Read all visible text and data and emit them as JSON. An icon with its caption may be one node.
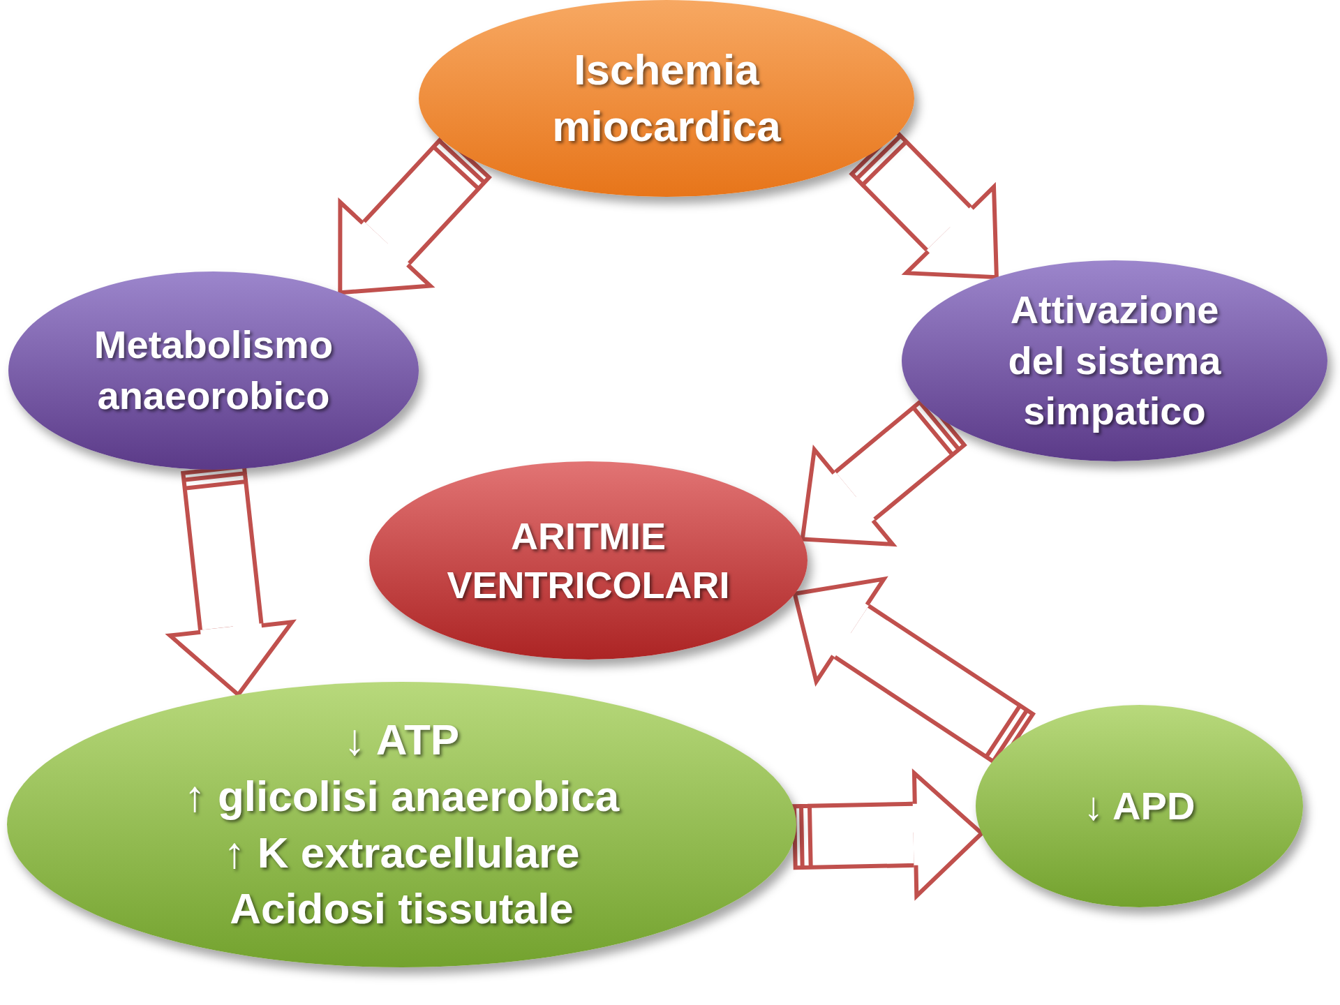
{
  "diagram": {
    "nodes": [
      {
        "text": [
          "Ischemia miocardica"
        ]
      },
      {
        "text": [
          "Metabolismo anaeorobico"
        ]
      },
      {
        "text": [
          "Attivazione del sistema simpatico"
        ]
      },
      {
        "text": [
          "ARITMIE VENTRICOLARI"
        ]
      },
      {
        "text": [
          "↓ ATP",
          "↑ glicolisi anaerobica",
          "↑ K extracellulare",
          "Acidosi tissutale"
        ]
      },
      {
        "text": [
          "↓ APD"
        ]
      }
    ],
    "edges": [
      {
        "from": 0,
        "to": 1,
        "arrow": "to"
      },
      {
        "from": 0,
        "to": 2,
        "arrow": "to"
      },
      {
        "from": 2,
        "to": 3,
        "arrow": "to"
      },
      {
        "from": 1,
        "to": 4,
        "arrow": "to"
      },
      {
        "from": 4,
        "to": 5,
        "arrow": "to"
      },
      {
        "from": 5,
        "to": 3,
        "arrow": "to"
      }
    ]
  }
}
